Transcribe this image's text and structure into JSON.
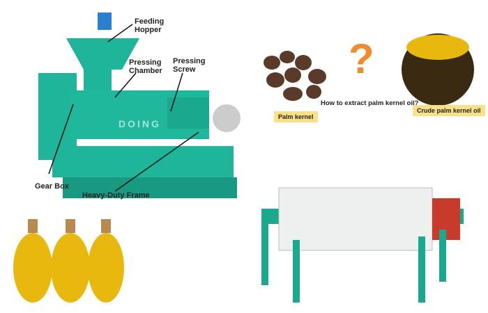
{
  "labels": {
    "feeding_hopper": "Feeding\nHopper",
    "pressing_chamber": "Pressing\nChamber",
    "pressing_screw": "Pressing\nScrew",
    "gear_box": "Gear Box",
    "frame": "Heavy-Duty Frame"
  },
  "watermark": "DOING",
  "question": "How to extract palm kernel oil?",
  "question_mark": "?",
  "palm_kernel": "Palm kernel",
  "crude_oil": "Crude palm kernel oil",
  "colors": {
    "machine": "#1fb59a",
    "oil": "#e8b80f",
    "question": "#f08a2a",
    "tag": "#fbe08a",
    "filter_frame": "#1aa88f"
  }
}
